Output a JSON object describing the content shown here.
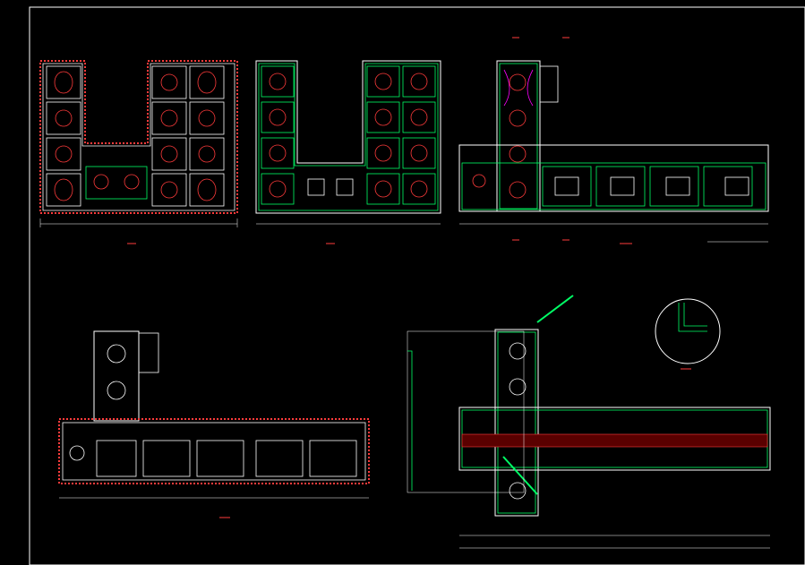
{
  "drawing": {
    "colors": {
      "background": "#000000",
      "frame": "#ffffff",
      "wall": "#ff3b3b",
      "outline": "#ffffff",
      "inner": "#00ff66",
      "dimension": "#ffffff",
      "accent": "#ff00ff",
      "hole": "#ff3b3b"
    },
    "views": [
      {
        "name": "view-top-left",
        "caption": ""
      },
      {
        "name": "view-top-middle",
        "caption": ""
      },
      {
        "name": "view-top-right",
        "caption": ""
      },
      {
        "name": "view-bottom-left",
        "caption": ""
      },
      {
        "name": "view-bottom-right",
        "caption": ""
      },
      {
        "name": "view-detail",
        "caption": ""
      }
    ]
  }
}
